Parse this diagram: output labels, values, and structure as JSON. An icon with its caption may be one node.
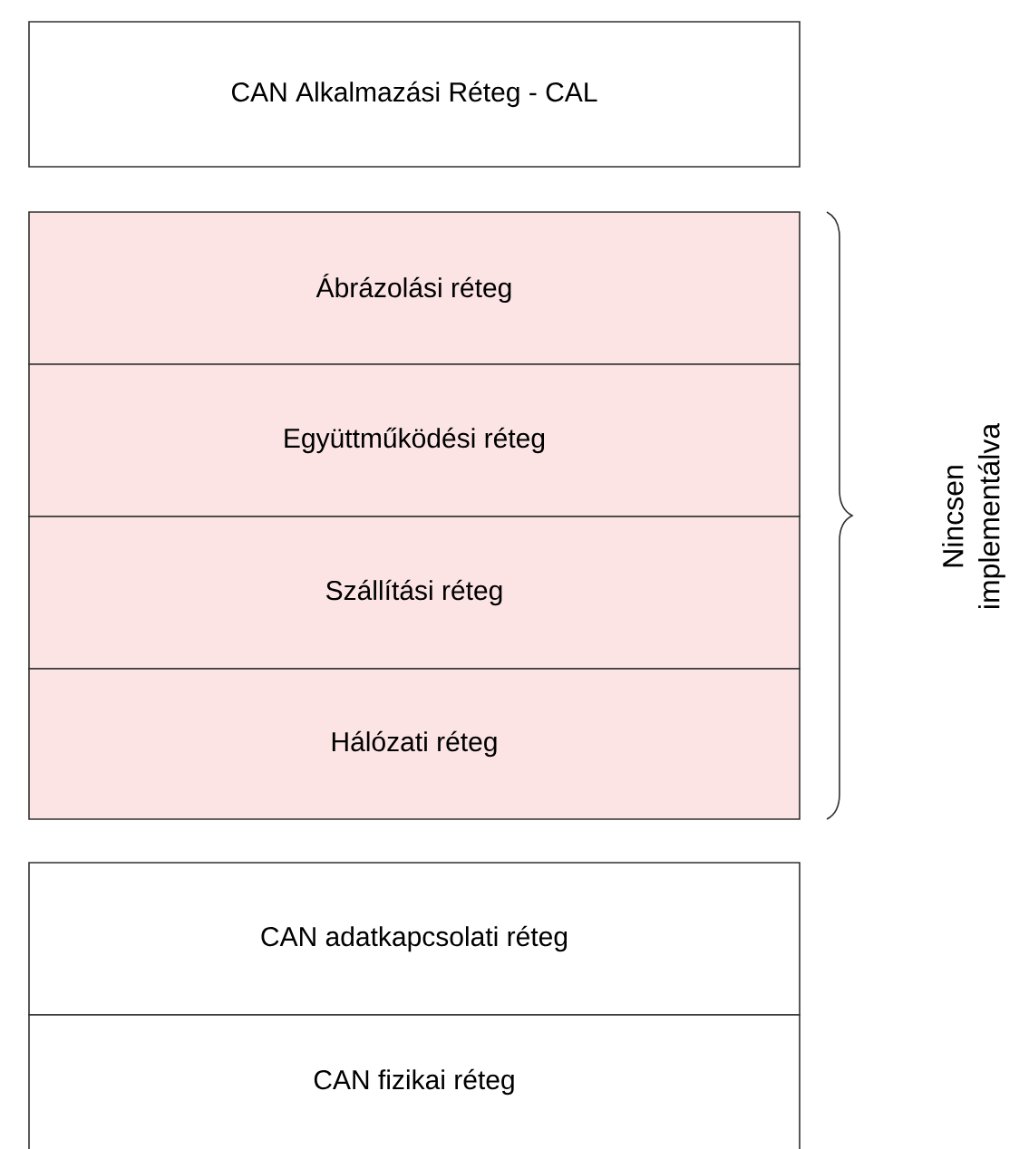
{
  "diagram": {
    "nodes": [
      {
        "text": [
          "CAN Alkalmazási Réteg - CAL"
        ]
      },
      {
        "text": [
          "Ábrázolási réteg"
        ]
      },
      {
        "text": [
          "Együttműködési réteg"
        ]
      },
      {
        "text": [
          "Szállítási réteg"
        ]
      },
      {
        "text": [
          "Hálózati réteg"
        ]
      },
      {
        "text": [
          "CAN adatkapcsolati réteg"
        ]
      },
      {
        "text": [
          "CAN fizikai réteg"
        ]
      }
    ],
    "labels": [
      "Nincsen implementálva"
    ]
  }
}
